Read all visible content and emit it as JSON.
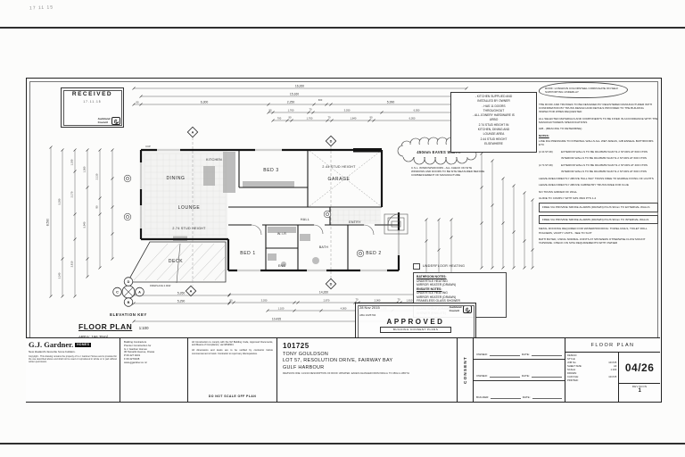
{
  "scan": {
    "handwritten_date": "17 11 15"
  },
  "stamps": {
    "received": {
      "title": "RECEIVED",
      "date": "17.11.15",
      "org1": "Auckland",
      "org2": "Council"
    },
    "approved": {
      "date": "28 Nov 2015",
      "ref": "ABA 1025794",
      "title": "APPROVED",
      "subtitle": "BUILDING CONSENT PLANS",
      "org1": "Auckland",
      "org2": "Council"
    }
  },
  "plan": {
    "rooms": {
      "cup": "CUP",
      "dining": "DINING",
      "kitchen": "KITCHEN",
      "lounge": "LOUNGE",
      "bed3": "BED 3",
      "garage": "GARAGE",
      "hall": "HALL",
      "entry": "ENTRY",
      "wir": "W.I.R",
      "bed1": "BED 1",
      "ens": "ENS",
      "bath": "BATH",
      "bed2": "BED 2",
      "deck": "DECK"
    },
    "stud_274": "2.74 STUD HEIGHT",
    "stud_244": "2.44 STUD HEIGHT",
    "fireplace": "FIREPLACE 2.0kW",
    "eaves_cloud": "450mm EAVES WIDTH",
    "window_note": "C.S.L. WINDOWS/DOORS - ALL CHECK ON SITE WINDOWS AND DOORS TO BE SITE MEASURED BEFORE COMMENCEMENT OF MANUFACTURE",
    "kitchen_note": [
      "- KITCHEN SUPPLIED AND",
      "INSTALLED BY OWNER",
      "- HAS 11 DOORS",
      "THROUGHOUT",
      "- ALL JOINERY HARDWARE IS",
      "URBO",
      "2.74 STUD HEIGHT IN",
      "KITCHEN, DINING AND",
      "LOUNGE AREA",
      "2.44 STUD HEIGHT",
      "ELSEWHERE"
    ],
    "legend_underfloor": "UNDERFLOOR HEATING",
    "bathroom_notes": [
      "BATHROOM NOTES:",
      "UNDERTILE HEATING",
      "MIRROR HEATER (DRAWN)",
      "ENSUITE NOTES:",
      "UNDERTILE HEATING",
      "MIRROR HEATER (DRAWN)",
      "FRAMELESS GLASS SHOWER",
      "(SPECIFIC)",
      "GLASS SHELF (DRAWN) IN",
      "SHOWER (ENSUITE)"
    ]
  },
  "markers": {
    "a": "A",
    "b": "B",
    "c": "C",
    "d": "D"
  },
  "elevation_key": {
    "label": "ELEVATION KEY",
    "top": "D",
    "left": "C",
    "right": "A",
    "bottom": "B"
  },
  "title_line": {
    "name": "FLOOR PLAN",
    "scale": "1:100",
    "area": "AREA: 166.35m²",
    "porch": "INCL. PORCH 1.35m²"
  },
  "dims": {
    "t1": "16,260",
    "t2": "15,160",
    "t3": "90",
    "t4": "6,300",
    "t5": "2,250",
    "t6": "600",
    "t7": "5,990",
    "t8": "90",
    "t9": "1,248",
    "t10": "90",
    "t11": "1,760",
    "t12": "70",
    "t13": "3,030",
    "t14": "6,050",
    "t15": "700",
    "t16": "90",
    "t17": "1,760",
    "t18": "70",
    "t19": "1,840",
    "t20": "90",
    "t21": "6,050",
    "l1": "8,530",
    "l2": "5,290",
    "l3": "3,240",
    "l4": "1,190",
    "l5": "2,170",
    "l6": "3,610",
    "l7": "1,360",
    "l8": "5,940",
    "l9": "2,130",
    "l10": "90",
    "b1": "5,260",
    "b2": "5,290",
    "b3": "14,260",
    "b4": "90",
    "b5": "3,030",
    "b6": "2,870",
    "b7": "70",
    "b8": "2,060",
    "b9": "70",
    "b10": "1,810",
    "b11": "90",
    "b12": "1,100",
    "b13": "4,000",
    "b14": "1,209",
    "b15": "10,435"
  },
  "right_notes": [
    {
      "style": "cloud",
      "text": "ROOF: LONGRUN COLORSTEEL CORRUGATE ON SELF SUPPORTING UNDERLAY"
    },
    {
      "style": "para",
      "text": "THE ROOF AND TRUSSES TO BE DESIGNED BY REGISTERED MANUFACTURER WITH CONFIRMATION BY TRUSS DESIGN AND DETAILS PROVIDED TO THE BUILDING INSPECTOR WHEN REQUESTED"
    },
    {
      "style": "para",
      "text": "ALL SELECTED MATERIALS AND COMPONENTS TO BE FIXED IN ACCORDANCE WITH THE MANUFACTURERS SPECIFICATIONS"
    },
    {
      "style": "para",
      "text": "GIB - (BRACING TO DETERMINE)"
    },
    {
      "style": "head",
      "text": "NOTES:"
    },
    {
      "style": "para",
      "text": "LINE DIA PRESSURE TO INTERNAL WALLS ALL WET AREAS, GIB ENSEAL BATHROOMS ETC"
    },
    {
      "style": "lab",
      "label": "(2.44 STUD)",
      "text": "EXTERIOR WALLS TO BE 90x45MM SG8 H1.2 STUDS AT 600 CTRS"
    },
    {
      "style": "lab",
      "label": "",
      "text": "INTERIOR WALLS TO BE 90x45MM SG8 H1.2 STUDS AT 600 CTRS"
    },
    {
      "style": "lab",
      "label": "(2.74 STUD)",
      "text": "EXTERIOR WALLS TO BE 90x45MM SG8 H1.2 STUDS AT 400 CTRS"
    },
    {
      "style": "lab",
      "label": "",
      "text": "INTERIOR WALLS TO BE 90x45MM SG8 H1.2 STUDS AT 600 CTRS"
    },
    {
      "style": "para",
      "text": "LEAVE AREA DIRECTLY ABOVE HALL WAY TRUSS FREE TO ENABLE FIXING OF LIGHTS"
    },
    {
      "style": "para",
      "text": "LEAVE AREA DIRECTLY ABOVE CABINETRY TRUSS FREE FOR FLUE"
    },
    {
      "style": "para",
      "text": "NO TRUSS GIRDER OF WALL"
    },
    {
      "style": "para",
      "text": "GUIDE TO COMPLY WITH NZS 3604 PTS 1-2"
    },
    {
      "style": "box",
      "text": "FREE VIA PROVIDE SMOKE ALARMS (DRAWN) PLUS 90mm TO EXTERNAL WALLS"
    },
    {
      "style": "box",
      "text": "FREE VIA PROVIDE SMOKE ALARMS (DRAWN) PLUS 90mm TO INTERNAL WALLS"
    },
    {
      "style": "para",
      "text": "METAL ROOFING REQUIRED FOR WATERPROOFING: TOWEL RAILS, TOILET ROLL HOLDERS, VANITY UNITS - SEE TO SUIT"
    },
    {
      "style": "para",
      "text": "BATH BUTED, USING NORMAL JOINTS AT SHOWERS OTHERWISE FLOW MOUNT TAPWARE. CHECK ON SITE REQUIREMENTS WITH OWNER"
    }
  ],
  "titleblock": {
    "gj": {
      "brand": "G.J. Gardner.",
      "badge": "HOMES",
      "tagline": "New Zealand's favourite home builders.",
      "copyright": "Copyright - This drawing remains the property of G.J. Gardner Homes and is provided for the use described above and shall not be used or reproduced in whole or in part without written permission."
    },
    "contact": [
      "Building Contractors",
      "Premier Construction for",
      "G.J. Gardner Homes",
      "36 Tamariki Avenue, Orewa",
      "P 09 427 9231",
      "F 09 4270238",
      "www.gjgardner.co.nz"
    ],
    "disclaimer": {
      "para1": "All Construction to comply with the NZ Building Code, Approved Documents, and Means of Compliance, via NZS3604.",
      "para2": "All dimensions and levels are to be verified by contractor before commencement of work. Contractor to report any discrepancies.",
      "warning": "DO NOT SCALE OFF PLAN"
    },
    "project": {
      "job": "101725",
      "client": "TONY GOULDSON",
      "address1": "LOT 57, RESOLUTION DRIVE, FAIRWAY BAY",
      "address2": "GULF HARBOUR",
      "revision_note": "REVISION ONE: 14/1/16 DESCRIPTION OF ROOF UPDATED. EAVES CHANGED FROM 600mm TO 450mm WIDTH"
    },
    "consent": "CONSENT",
    "signoff": {
      "rows": [
        {
          "left": "OWNER:",
          "right": "DATE:"
        },
        {
          "left": "OWNER:",
          "right": "DATE:"
        },
        {
          "left": "BUILDER:",
          "right": "DATE:"
        }
      ]
    },
    "drawing": {
      "title": "FLOOR PLAN",
      "fields": [
        [
          "DESIGN:",
          ""
        ],
        [
          "STYLE:",
          ""
        ],
        [
          "JOB No:",
          "101725"
        ],
        [
          "SHEET SIZE:",
          "A3"
        ],
        [
          "SCALE:",
          "1:100"
        ],
        [
          "DRAWN:",
          ""
        ],
        [
          "CAD FILE:",
          "101725"
        ],
        [
          "PRINTED:",
          ""
        ]
      ],
      "sheet": "04/26",
      "revision_label": "REVISION",
      "revision_value": "1"
    }
  }
}
